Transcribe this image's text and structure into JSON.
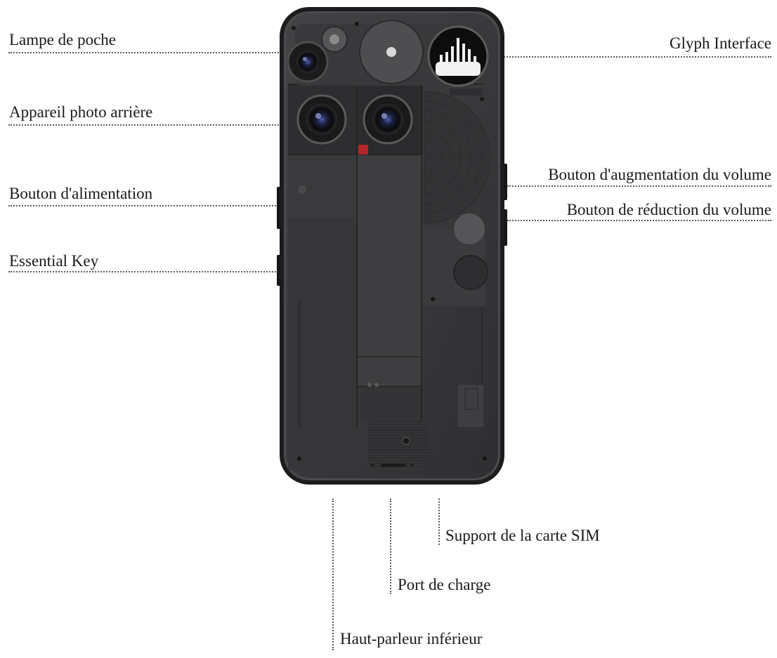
{
  "labels": {
    "flashlight": "Lampe de poche",
    "rear_camera": "Appareil photo arrière",
    "power_button": "Bouton d'alimentation",
    "essential_key": "Essential Key",
    "glyph_interface": "Glyph Interface",
    "volume_up": "Bouton d'augmentation du volume",
    "volume_down": "Bouton de réduction du volume",
    "sim_tray": "Support de la carte SIM",
    "charging_port": "Port de charge",
    "bottom_speaker": "Haut-parleur inférieur"
  },
  "colors": {
    "phone_body": "#3a3a3c",
    "frame": "#1c1c1e",
    "accent_red": "#b3262b",
    "glyph_white": "#f2f2f2"
  }
}
